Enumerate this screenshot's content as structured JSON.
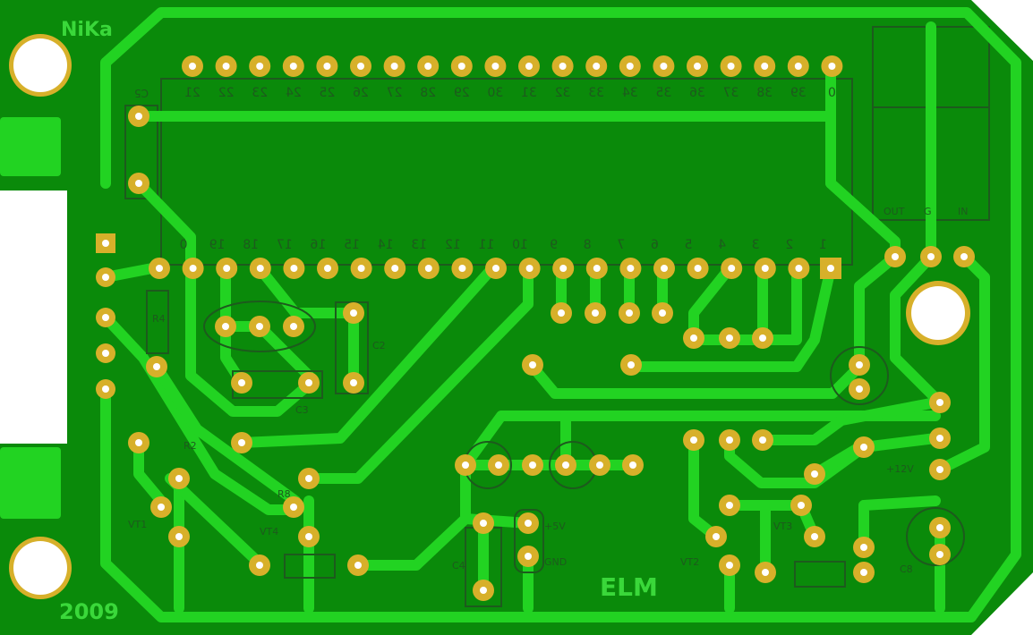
{
  "board": {
    "brand_top": "NiKa",
    "brand_bottom": "2009",
    "brand_center": "ELM",
    "colors": {
      "background": "#ffffff",
      "board": "#0a8a0a",
      "trace": "#22d322",
      "pad": "#d7b02a",
      "hole": "#ffffff",
      "silk": "#1d5a1d",
      "brand_text": "#3ad83a"
    }
  },
  "labels": {
    "top_row": [
      "21",
      "22",
      "23",
      "24",
      "25",
      "26",
      "27",
      "28",
      "29",
      "30",
      "31",
      "32",
      "33",
      "34",
      "35",
      "36",
      "37",
      "38",
      "39",
      "0"
    ],
    "bottom_row": [
      "0",
      "19",
      "18",
      "17",
      "16",
      "15",
      "14",
      "13",
      "12",
      "11",
      "10",
      "9",
      "8",
      "7",
      "6",
      "5",
      "4",
      "3",
      "2",
      "1"
    ],
    "c5": "C5",
    "r4": "R4",
    "c2": "C2",
    "c3": "C3",
    "vt1": "VT1",
    "vt2": "VT2",
    "vt4": "VT4",
    "vt3": "VT3",
    "c4": "C4",
    "c8": "C8",
    "r2": "R2",
    "r8": "R8",
    "plus5v": "+5V",
    "gnd": "GND",
    "plus12v": "+12V",
    "reg_out": "OUT",
    "reg_g": "G",
    "reg_in": "IN"
  }
}
